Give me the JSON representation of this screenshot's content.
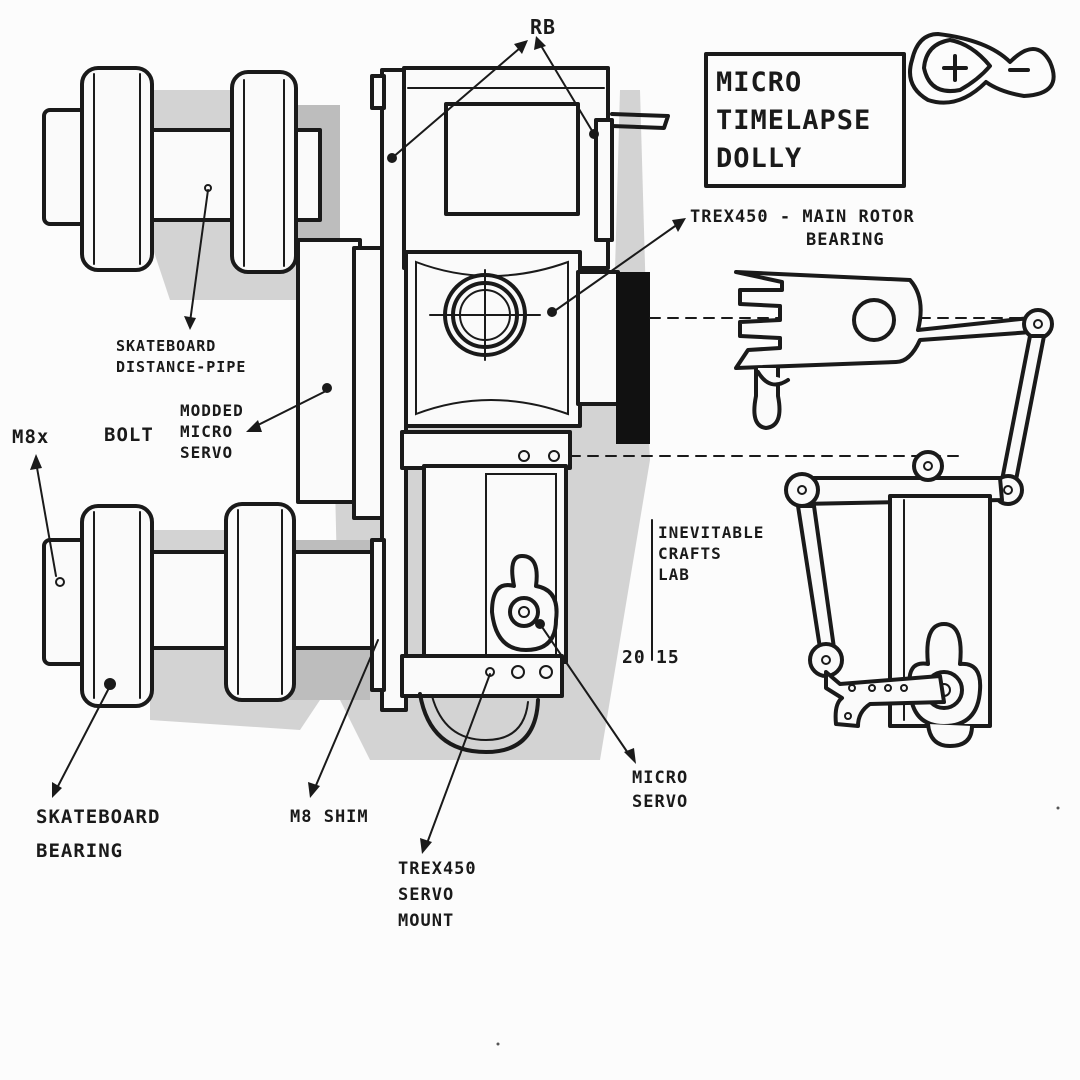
{
  "title": {
    "lines": [
      "MICRO",
      "TIMELAPSE",
      "DOLLY"
    ]
  },
  "labels": {
    "rb": "RB",
    "trex_bearing": [
      "TREX450 - MAIN ROTOR",
      "BEARING"
    ],
    "distance_pipe": [
      "SKATEBOARD",
      "DISTANCE-PIPE"
    ],
    "m8x": "M8x",
    "bolt": "BOLT",
    "modded_servo": [
      "MODDED",
      "MICRO",
      "SERVO"
    ],
    "inevitable": [
      "INEVITABLE",
      "CRAFTS",
      "LAB"
    ],
    "year_a": "20",
    "year_b": "15",
    "micro_servo": [
      "MICRO",
      "SERVO"
    ],
    "skate_bearing": [
      "SKATEBOARD",
      "BEARING"
    ],
    "m8_shim": "M8 SHIM",
    "servo_mount": [
      "TREX450",
      "SERVO",
      "MOUNT"
    ]
  },
  "colors": {
    "ink": "#1a1a1a",
    "shade": "#cfcfcf",
    "paper": "#fcfcfc"
  },
  "icons": {
    "logo": "arduino-infinity-logo"
  }
}
